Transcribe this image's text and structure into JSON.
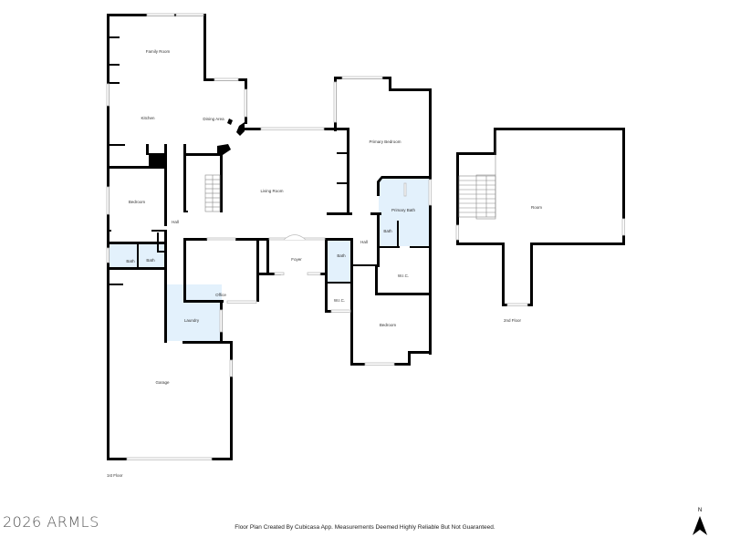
{
  "floor_plan": {
    "floors": [
      {
        "label": "1st Floor",
        "rooms": [
          {
            "name": "Family Room"
          },
          {
            "name": "Kitchen"
          },
          {
            "name": "Dining Area"
          },
          {
            "name": "Living Room"
          },
          {
            "name": "Bedroom"
          },
          {
            "name": "Hall"
          },
          {
            "name": "Bath"
          },
          {
            "name": "Bath"
          },
          {
            "name": "Office"
          },
          {
            "name": "Laundry"
          },
          {
            "name": "Garage"
          },
          {
            "name": "Foyer"
          },
          {
            "name": "Bath"
          },
          {
            "name": "W.I.C."
          },
          {
            "name": "Primary Bedroom"
          },
          {
            "name": "Primary Bath"
          },
          {
            "name": "Bath"
          },
          {
            "name": "Hall"
          },
          {
            "name": "W.I.C."
          },
          {
            "name": "Bedroom"
          }
        ]
      },
      {
        "label": "2nd Floor",
        "rooms": [
          {
            "name": "Room"
          }
        ]
      }
    ],
    "colors": {
      "wall": "#000000",
      "wet_room": "#e3f1fc",
      "window": "#bdbdbd"
    }
  },
  "footer": {
    "copyright": "2026 ARMLS",
    "disclaimer": "Floor Plan Created By Cubicasa App. Measurements Deemed Highly Reliable But Not Guaranteed.",
    "compass_label": "N"
  }
}
